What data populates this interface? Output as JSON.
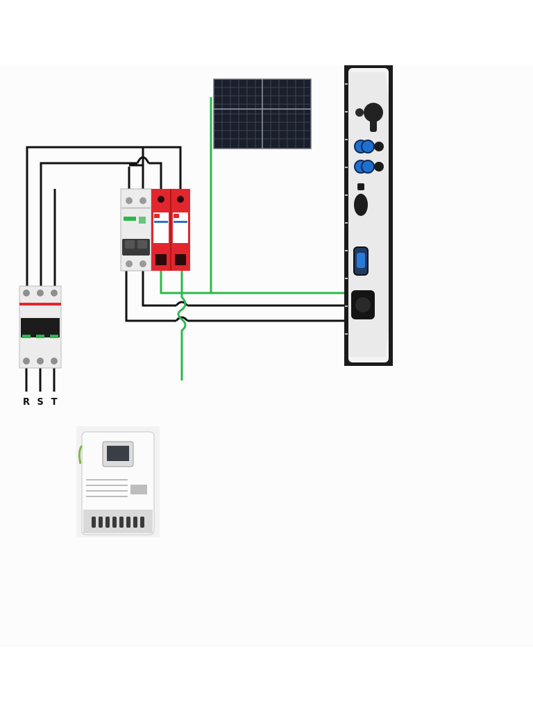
{
  "diagram": {
    "phase_labels": [
      "R",
      "S",
      "T"
    ],
    "colors": {
      "ac_wire": "#111111",
      "earth_wire": "#2db84b",
      "spd_red": "#e3262d",
      "breaker_body": "#ececec",
      "solar_panel": "#1a1f2b",
      "inverter_frame": "#1b1b1b",
      "connector_blue": "#1f6fd0"
    },
    "components": [
      "solar-panel",
      "inverter",
      "dc-breaker",
      "surge-protector",
      "ac-main-breaker",
      "energy-meter"
    ]
  }
}
